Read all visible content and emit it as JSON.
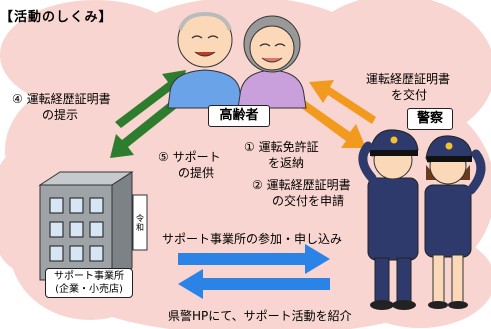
{
  "title": "【活動のしくみ】",
  "actors": {
    "elderly": "高齢者",
    "police": "警察",
    "store_line1": "サポート事業所",
    "store_line2": "(企業・小売店)",
    "store_sign": "令和"
  },
  "steps": {
    "s4_line1": "④ 運転経歴証明書",
    "s4_line2": "の提示",
    "s5_line1": "⑤ サポート",
    "s5_line2": "の提供",
    "s1_line1": "① 運転免許証",
    "s1_line2": "を返納",
    "s2_line1": "② 運転経歴証明書",
    "s2_line2": "の交付を申請",
    "issue_line1": "運転経歴証明書",
    "issue_line2": "を交付",
    "join": "サポート事業所の参加・申し込み",
    "introduce": "県警HPにて、サポート活動を紹介"
  },
  "colors": {
    "cloud": "#f8d5d0",
    "green_arrow": "#2e7d2e",
    "orange_arrow": "#f29a1e",
    "blue_arrow": "#2b83e6",
    "building": "#9ea3a8"
  }
}
